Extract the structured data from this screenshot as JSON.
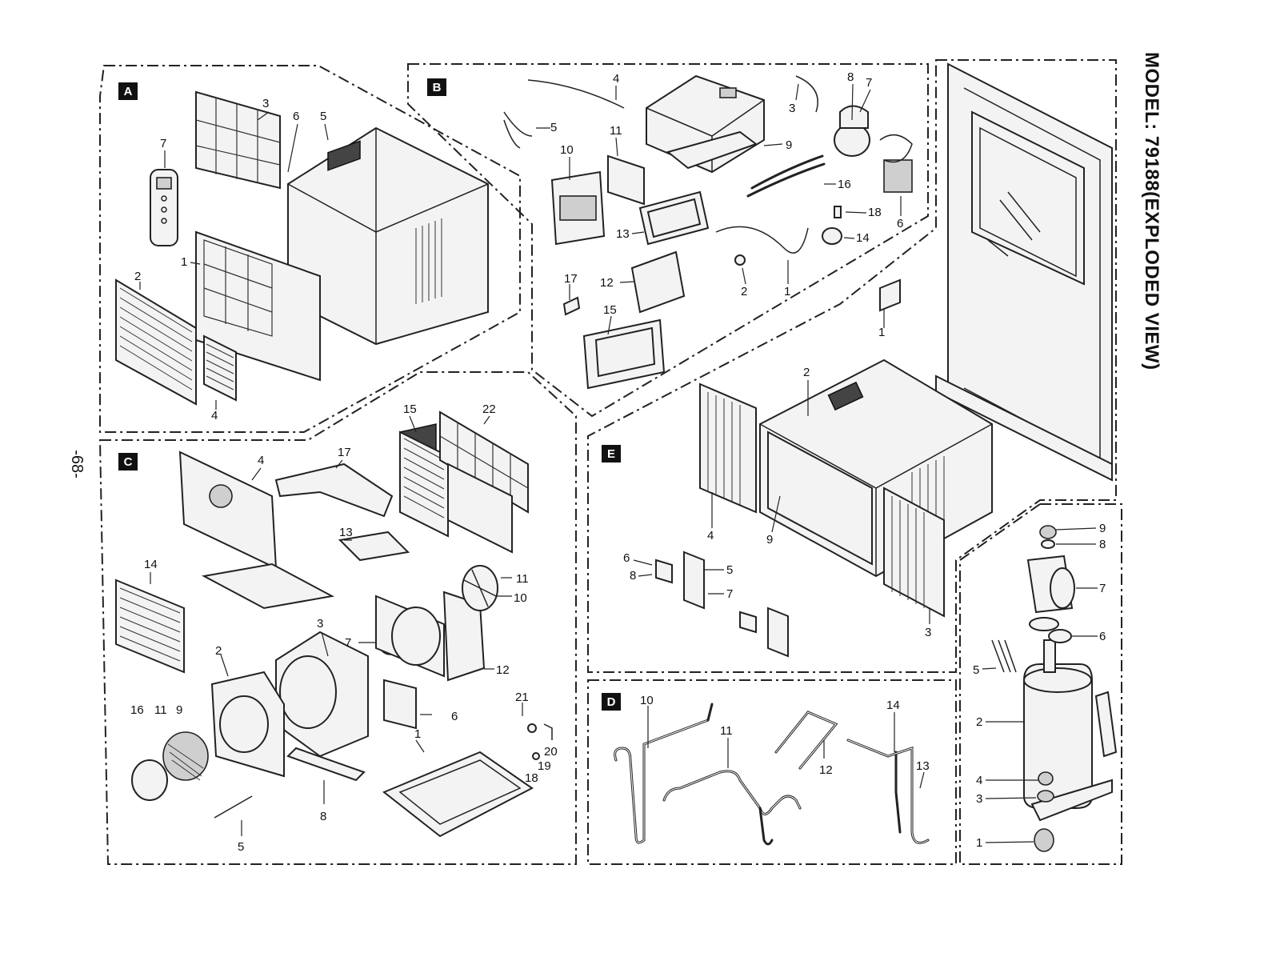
{
  "title": "MODEL: 79188(EXPLODED VIEW)",
  "page_number": "-68-",
  "sections": [
    {
      "id": "A",
      "labels": [
        "1",
        "2",
        "3",
        "4",
        "5",
        "6",
        "7"
      ]
    },
    {
      "id": "B",
      "labels": [
        "1",
        "1",
        "2",
        "3",
        "4",
        "5",
        "6",
        "7",
        "8",
        "9",
        "10",
        "11",
        "12",
        "13",
        "14",
        "15",
        "16",
        "17",
        "18"
      ]
    },
    {
      "id": "C",
      "labels": [
        "1",
        "2",
        "3",
        "4",
        "5",
        "6",
        "7",
        "8",
        "9",
        "10",
        "11",
        "11",
        "12",
        "13",
        "14",
        "15",
        "16",
        "17",
        "18",
        "19",
        "20",
        "21",
        "22"
      ]
    },
    {
      "id": "D",
      "labels": [
        "10",
        "11",
        "12",
        "13",
        "14"
      ]
    },
    {
      "id": "E",
      "labels": [
        "2",
        "3",
        "4",
        "5",
        "6",
        "7",
        "8",
        "9"
      ]
    },
    {
      "id": "compressor",
      "labels": [
        "1",
        "2",
        "3",
        "4",
        "5",
        "6",
        "7",
        "8",
        "9"
      ]
    }
  ]
}
